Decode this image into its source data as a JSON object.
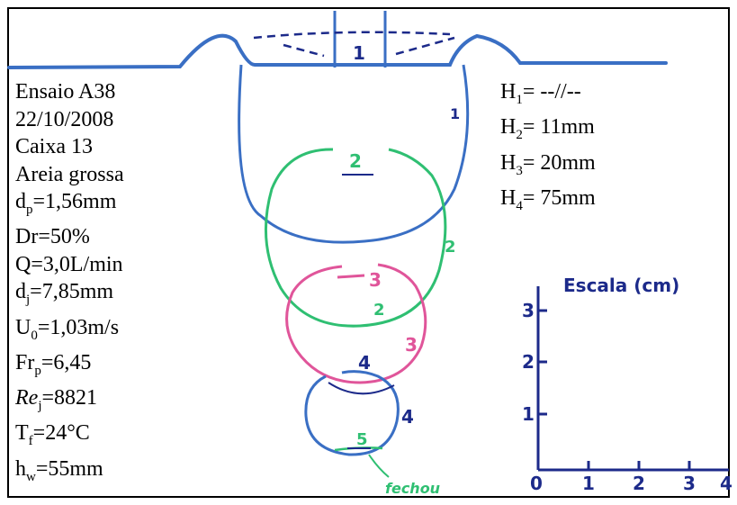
{
  "params_left": [
    {
      "pre": "Ensaio A38",
      "sub": "",
      "post": ""
    },
    {
      "pre": "22/10/2008",
      "sub": "",
      "post": ""
    },
    {
      "pre": "Caixa 13",
      "sub": "",
      "post": ""
    },
    {
      "pre": "Areia grossa",
      "sub": "",
      "post": ""
    },
    {
      "pre": "d",
      "sub": "p",
      "post": "=1,56mm"
    },
    {
      "pre": "Dr=50%",
      "sub": "",
      "post": ""
    },
    {
      "pre": "Q=3,0L/min",
      "sub": "",
      "post": ""
    },
    {
      "pre": "d",
      "sub": "j",
      "post": "=7,85mm"
    },
    {
      "pre": "U",
      "sub": "0",
      "post": "=1,03m/s"
    },
    {
      "pre": "Fr",
      "sub": "p",
      "post": "=6,45"
    },
    {
      "pre": "Re",
      "sub": "j",
      "post": "=8821"
    },
    {
      "pre": "T",
      "sub": "f",
      "post": "=24°C"
    },
    {
      "pre": "h",
      "sub": "w",
      "post": "=55mm"
    }
  ],
  "params_right": [
    {
      "pre": "H",
      "sub": "1",
      "post": "= --//--"
    },
    {
      "pre": "H",
      "sub": "2",
      "post": "= 11mm"
    },
    {
      "pre": "H",
      "sub": "3",
      "post": "= 20mm"
    },
    {
      "pre": "H",
      "sub": "4",
      "post": "= 75mm"
    }
  ],
  "contour_labels": {
    "c1_top": "1",
    "c1_side": "1",
    "c2_top": "2",
    "c2_side": "2",
    "c2_bottom": "2",
    "c3_top": "3",
    "c3_side": "3",
    "c4_top": "4",
    "c4_side": "4",
    "c5": "5",
    "closed_note": "fechou"
  },
  "scale": {
    "title": "Escala (cm)",
    "y_ticks": [
      "1",
      "2",
      "3"
    ],
    "x_ticks": [
      "0",
      "1",
      "2",
      "3",
      "4"
    ]
  },
  "colors": {
    "blue": "#3a6fc4",
    "green": "#2fbf72",
    "pink": "#e0559a",
    "navy": "#1c2a8a"
  }
}
